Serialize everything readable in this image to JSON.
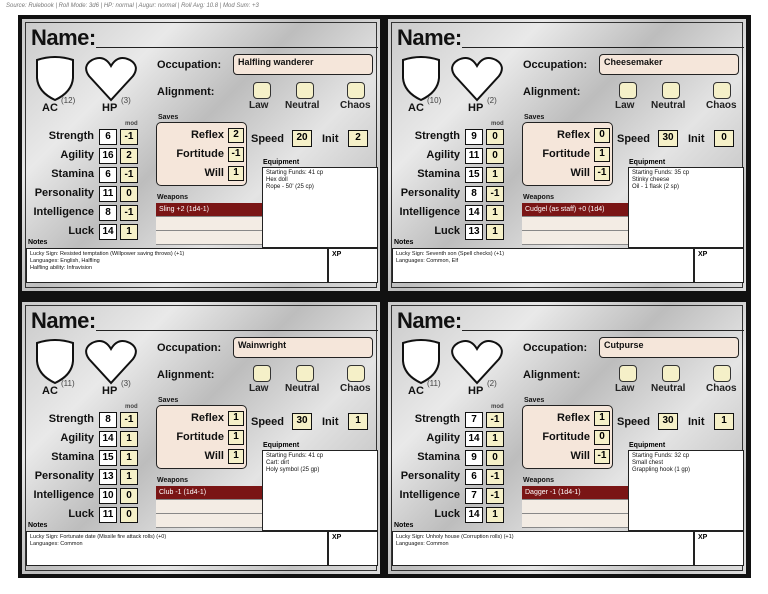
{
  "source": "Source: Rulebook | Roll Mode: 3d6 | HP: normal | Augur: normal | Roll Avg: 10.8 | Mod Sum: +3",
  "labels": {
    "name": "Name:",
    "occupation": "Occupation:",
    "alignment": "Alignment:",
    "law": "Law",
    "neutral": "Neutral",
    "chaos": "Chaos",
    "ac": "AC",
    "hp": "HP",
    "mod": "mod",
    "saves": "Saves",
    "reflex": "Reflex",
    "fortitude": "Fortitude",
    "will": "Will",
    "speed": "Speed",
    "init": "Init",
    "equipment": "Equipment",
    "weapons": "Weapons",
    "notes": "Notes",
    "xp": "XP",
    "strength": "Strength",
    "agility": "Agility",
    "stamina": "Stamina",
    "personality": "Personality",
    "intelligence": "Intelligence",
    "luck": "Luck"
  },
  "characters": [
    {
      "occupation": "Halfling wanderer",
      "ac": "(12)",
      "hp": "(3)",
      "strength": "6",
      "strength_mod": "-1",
      "agility": "16",
      "agility_mod": "2",
      "stamina": "6",
      "stamina_mod": "-1",
      "personality": "11",
      "personality_mod": "0",
      "intelligence": "8",
      "intelligence_mod": "-1",
      "luck": "14",
      "luck_mod": "1",
      "reflex": "2",
      "fortitude": "-1",
      "will": "1",
      "speed": "20",
      "init": "2",
      "weapon": "Sling +2 (1d4-1)",
      "equipment": [
        "Starting Funds: 41 cp",
        "Hex doll",
        "Rope - 50' (25 cp)"
      ],
      "notes": [
        "Lucky Sign: Resisted temptation (Willpower saving throws) (+1)",
        "Languages: English, Halfling",
        "Halfling ability: Infravision"
      ]
    },
    {
      "occupation": "Cheesemaker",
      "ac": "(10)",
      "hp": "(2)",
      "strength": "9",
      "strength_mod": "0",
      "agility": "11",
      "agility_mod": "0",
      "stamina": "15",
      "stamina_mod": "1",
      "personality": "8",
      "personality_mod": "-1",
      "intelligence": "14",
      "intelligence_mod": "1",
      "luck": "13",
      "luck_mod": "1",
      "reflex": "0",
      "fortitude": "1",
      "will": "-1",
      "speed": "30",
      "init": "0",
      "weapon": "Cudgel (as staff) +0 (1d4)",
      "equipment": [
        "Starting Funds: 35 cp",
        "Stinky cheese",
        "Oil - 1 flask (2 sp)"
      ],
      "notes": [
        "Lucky Sign: Seventh son (Spell checks) (+1)",
        "Languages: Common, Elf"
      ]
    },
    {
      "occupation": "Wainwright",
      "ac": "(11)",
      "hp": "(3)",
      "strength": "8",
      "strength_mod": "-1",
      "agility": "14",
      "agility_mod": "1",
      "stamina": "15",
      "stamina_mod": "1",
      "personality": "13",
      "personality_mod": "1",
      "intelligence": "10",
      "intelligence_mod": "0",
      "luck": "11",
      "luck_mod": "0",
      "reflex": "1",
      "fortitude": "1",
      "will": "1",
      "speed": "30",
      "init": "1",
      "weapon": "Club -1 (1d4-1)",
      "equipment": [
        "Starting Funds: 41 cp",
        "Cart: dirt",
        "Holy symbol (25 gp)"
      ],
      "notes": [
        "Lucky Sign: Fortunate date (Missile fire attack rolls) (+0)",
        "Languages: Common"
      ]
    },
    {
      "occupation": "Cutpurse",
      "ac": "(11)",
      "hp": "(2)",
      "strength": "7",
      "strength_mod": "-1",
      "agility": "14",
      "agility_mod": "1",
      "stamina": "9",
      "stamina_mod": "0",
      "personality": "6",
      "personality_mod": "-1",
      "intelligence": "7",
      "intelligence_mod": "-1",
      "luck": "14",
      "luck_mod": "1",
      "reflex": "1",
      "fortitude": "0",
      "will": "-1",
      "speed": "30",
      "init": "1",
      "weapon": "Dagger -1 (1d4-1)",
      "equipment": [
        "Starting Funds: 32 cp",
        "Small chest",
        "Grappling hook (1 gp)"
      ],
      "notes": [
        "Lucky Sign: Unholy house (Corruption rolls) (+1)",
        "Languages: Common"
      ]
    }
  ]
}
